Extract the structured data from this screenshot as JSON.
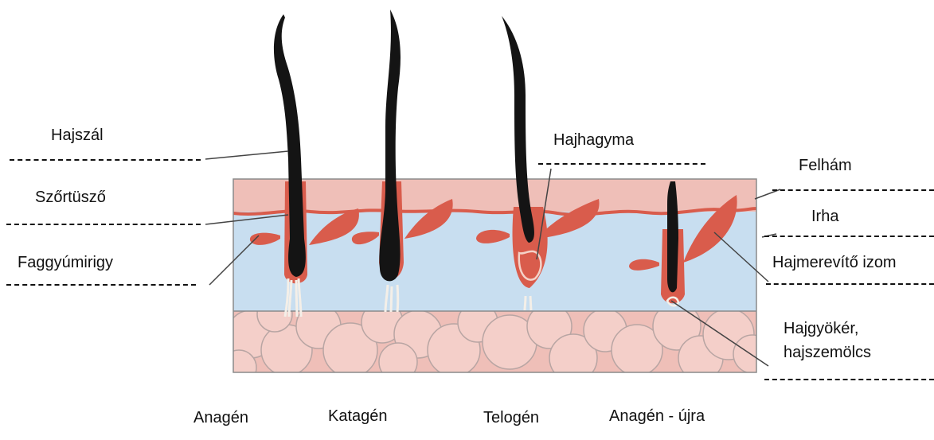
{
  "labels": {
    "hair_shaft": "Hajszál",
    "follicle": "Szőrtüsző",
    "sebaceous_gland": "Faggyúmirigy",
    "hair_bulb": "Hajhagyma",
    "epidermis": "Felhám",
    "dermis": "Irha",
    "arrector_muscle": "Hajmerevítő izom",
    "papilla_line1": "Hajgyökér,",
    "papilla_line2": "hajszemölcs"
  },
  "phases": {
    "anagen": "Anagén",
    "catagen": "Katagén",
    "telogen": "Telogén",
    "anagen_again": "Anagén - újra"
  },
  "colors": {
    "epidermis": "#efbfb8",
    "dermis": "#c8def0",
    "hypodermis": "#efbfb8",
    "fat_cells": "#f4cfc9",
    "muscle": "#d95c4c",
    "hair": "#141414",
    "follicle_sheath": "#d95c4c",
    "outline": "#8a8a8a"
  }
}
